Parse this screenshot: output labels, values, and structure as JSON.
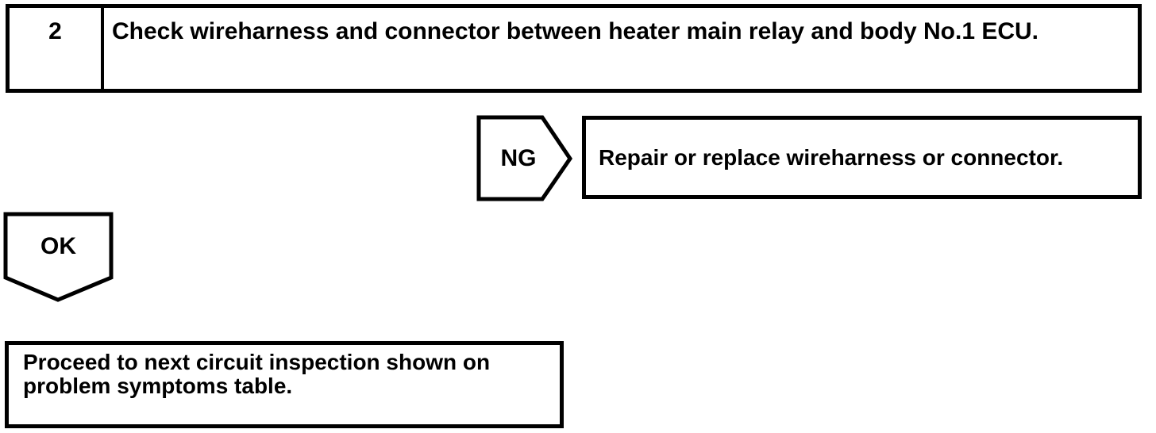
{
  "colors": {
    "line": "#000000",
    "background": "#ffffff"
  },
  "flowchart": {
    "step": {
      "number": "2",
      "instruction": "Check wireharness and connector between heater main relay and body No.1 ECU."
    },
    "ng": {
      "label": "NG",
      "action": "Repair or replace wireharness or connector."
    },
    "ok": {
      "label": "OK",
      "action": "Proceed to next circuit inspection shown on problem symptoms table."
    }
  }
}
